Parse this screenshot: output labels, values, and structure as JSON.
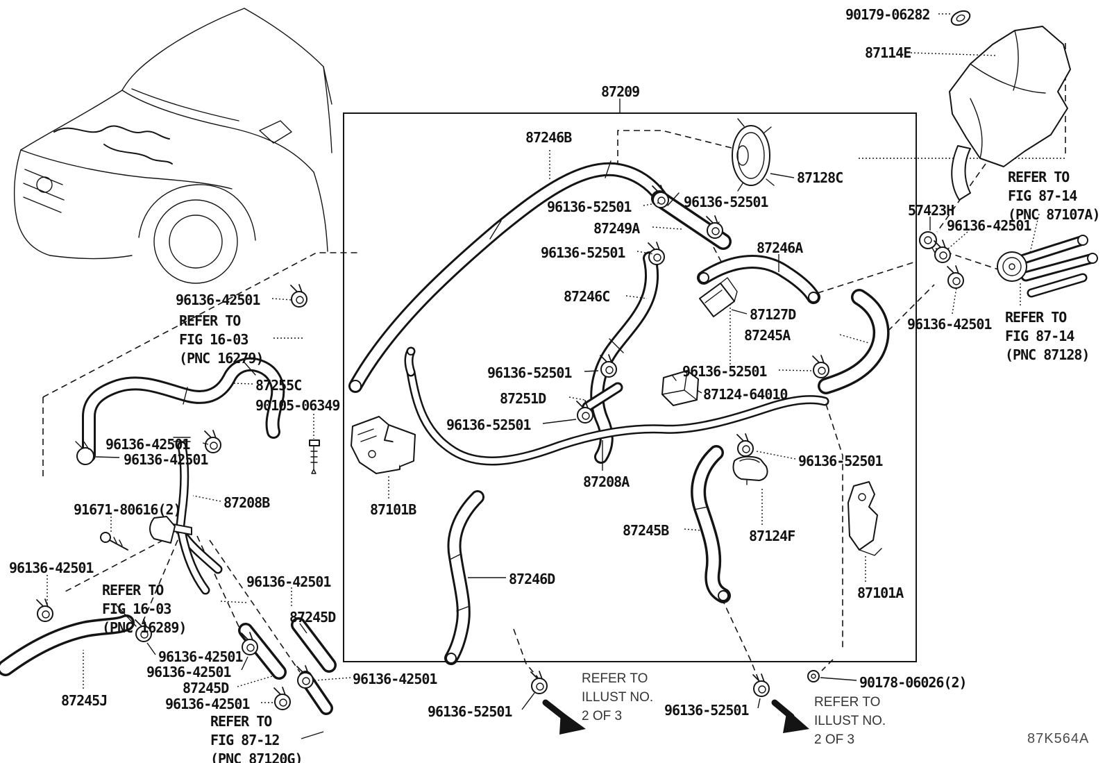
{
  "figure": {
    "code": "87K564A"
  },
  "colors": {
    "line": "#141414",
    "background": "#ffffff"
  },
  "labels": [
    "90179-06282",
    "87114E",
    "87209",
    "87246B",
    "87128C",
    "96136-52501",
    "96136-52501",
    "87249A",
    "96136-52501",
    "87246A",
    "87246C",
    "87127D",
    "87245A",
    "57423H",
    "96136-42501",
    "REFER TO\nFIG 87-14\n(PNC 87107A)",
    "96136-42501",
    "REFER TO\nFIG 87-14\n(PNC 87128)",
    "96136-42501",
    "REFER TO\nFIG 16-03\n(PNC 16279)",
    "87255C",
    "90105-06349",
    "96136-42501",
    "96136-42501",
    "96136-52501",
    "87251D",
    "96136-52501",
    "87124-64010",
    "96136-52501",
    "87208A",
    "96136-52501",
    "91671-80616(2)",
    "87208B",
    "87101B",
    "87245B",
    "87124F",
    "87246D",
    "87101A",
    "96136-42501",
    "REFER TO\nFIG 16-03\n(PNC 16289)",
    "96136-42501",
    "87245D",
    "96136-42501",
    "96136-42501",
    "87245D",
    "96136-42501",
    "87245J",
    "REFER TO\nFIG 87-12\n(PNC 87120G)",
    "96136-42501",
    "96136-52501",
    "REFER TO\nILLUST NO.\n2 OF 3",
    "96136-52501",
    "REFER TO\nILLUST NO.\n2 OF 3",
    "90178-06026(2)",
    "87K564A"
  ]
}
